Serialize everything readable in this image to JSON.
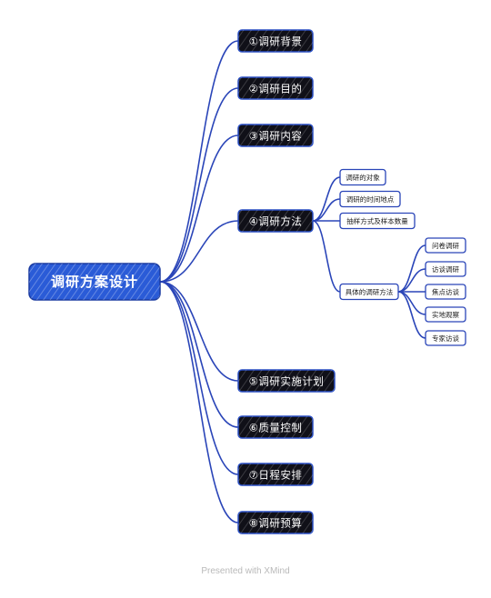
{
  "mindmap": {
    "root": "调研方案设计",
    "branches": [
      {
        "label": "①调研背景"
      },
      {
        "label": "②调研目的"
      },
      {
        "label": "③调研内容"
      },
      {
        "label": "④调研方法",
        "children": [
          {
            "label": "调研的对象"
          },
          {
            "label": "调研的时间地点"
          },
          {
            "label": "抽样方式及样本数量"
          },
          {
            "label": "具体的调研方法",
            "children": [
              {
                "label": "问卷调研"
              },
              {
                "label": "访谈调研"
              },
              {
                "label": "焦点访谈"
              },
              {
                "label": "实地观察"
              },
              {
                "label": "专家访谈"
              }
            ]
          }
        ]
      },
      {
        "label": "⑤调研实施计划"
      },
      {
        "label": "⑥质量控制"
      },
      {
        "label": "⑦日程安排"
      },
      {
        "label": "⑧调研预算"
      }
    ]
  },
  "footer": "Presented with XMind",
  "colors": {
    "root_fill": "#2a5bd7",
    "root_text": "#ffffff",
    "branch_fill": "#101018",
    "branch_border": "#2a4fc4",
    "branch_text": "#ffffff",
    "line": "#2a45b8",
    "leaf_border": "#2a45b8",
    "leaf_text": "#1a1a1a",
    "footer": "#b9b9b9"
  }
}
